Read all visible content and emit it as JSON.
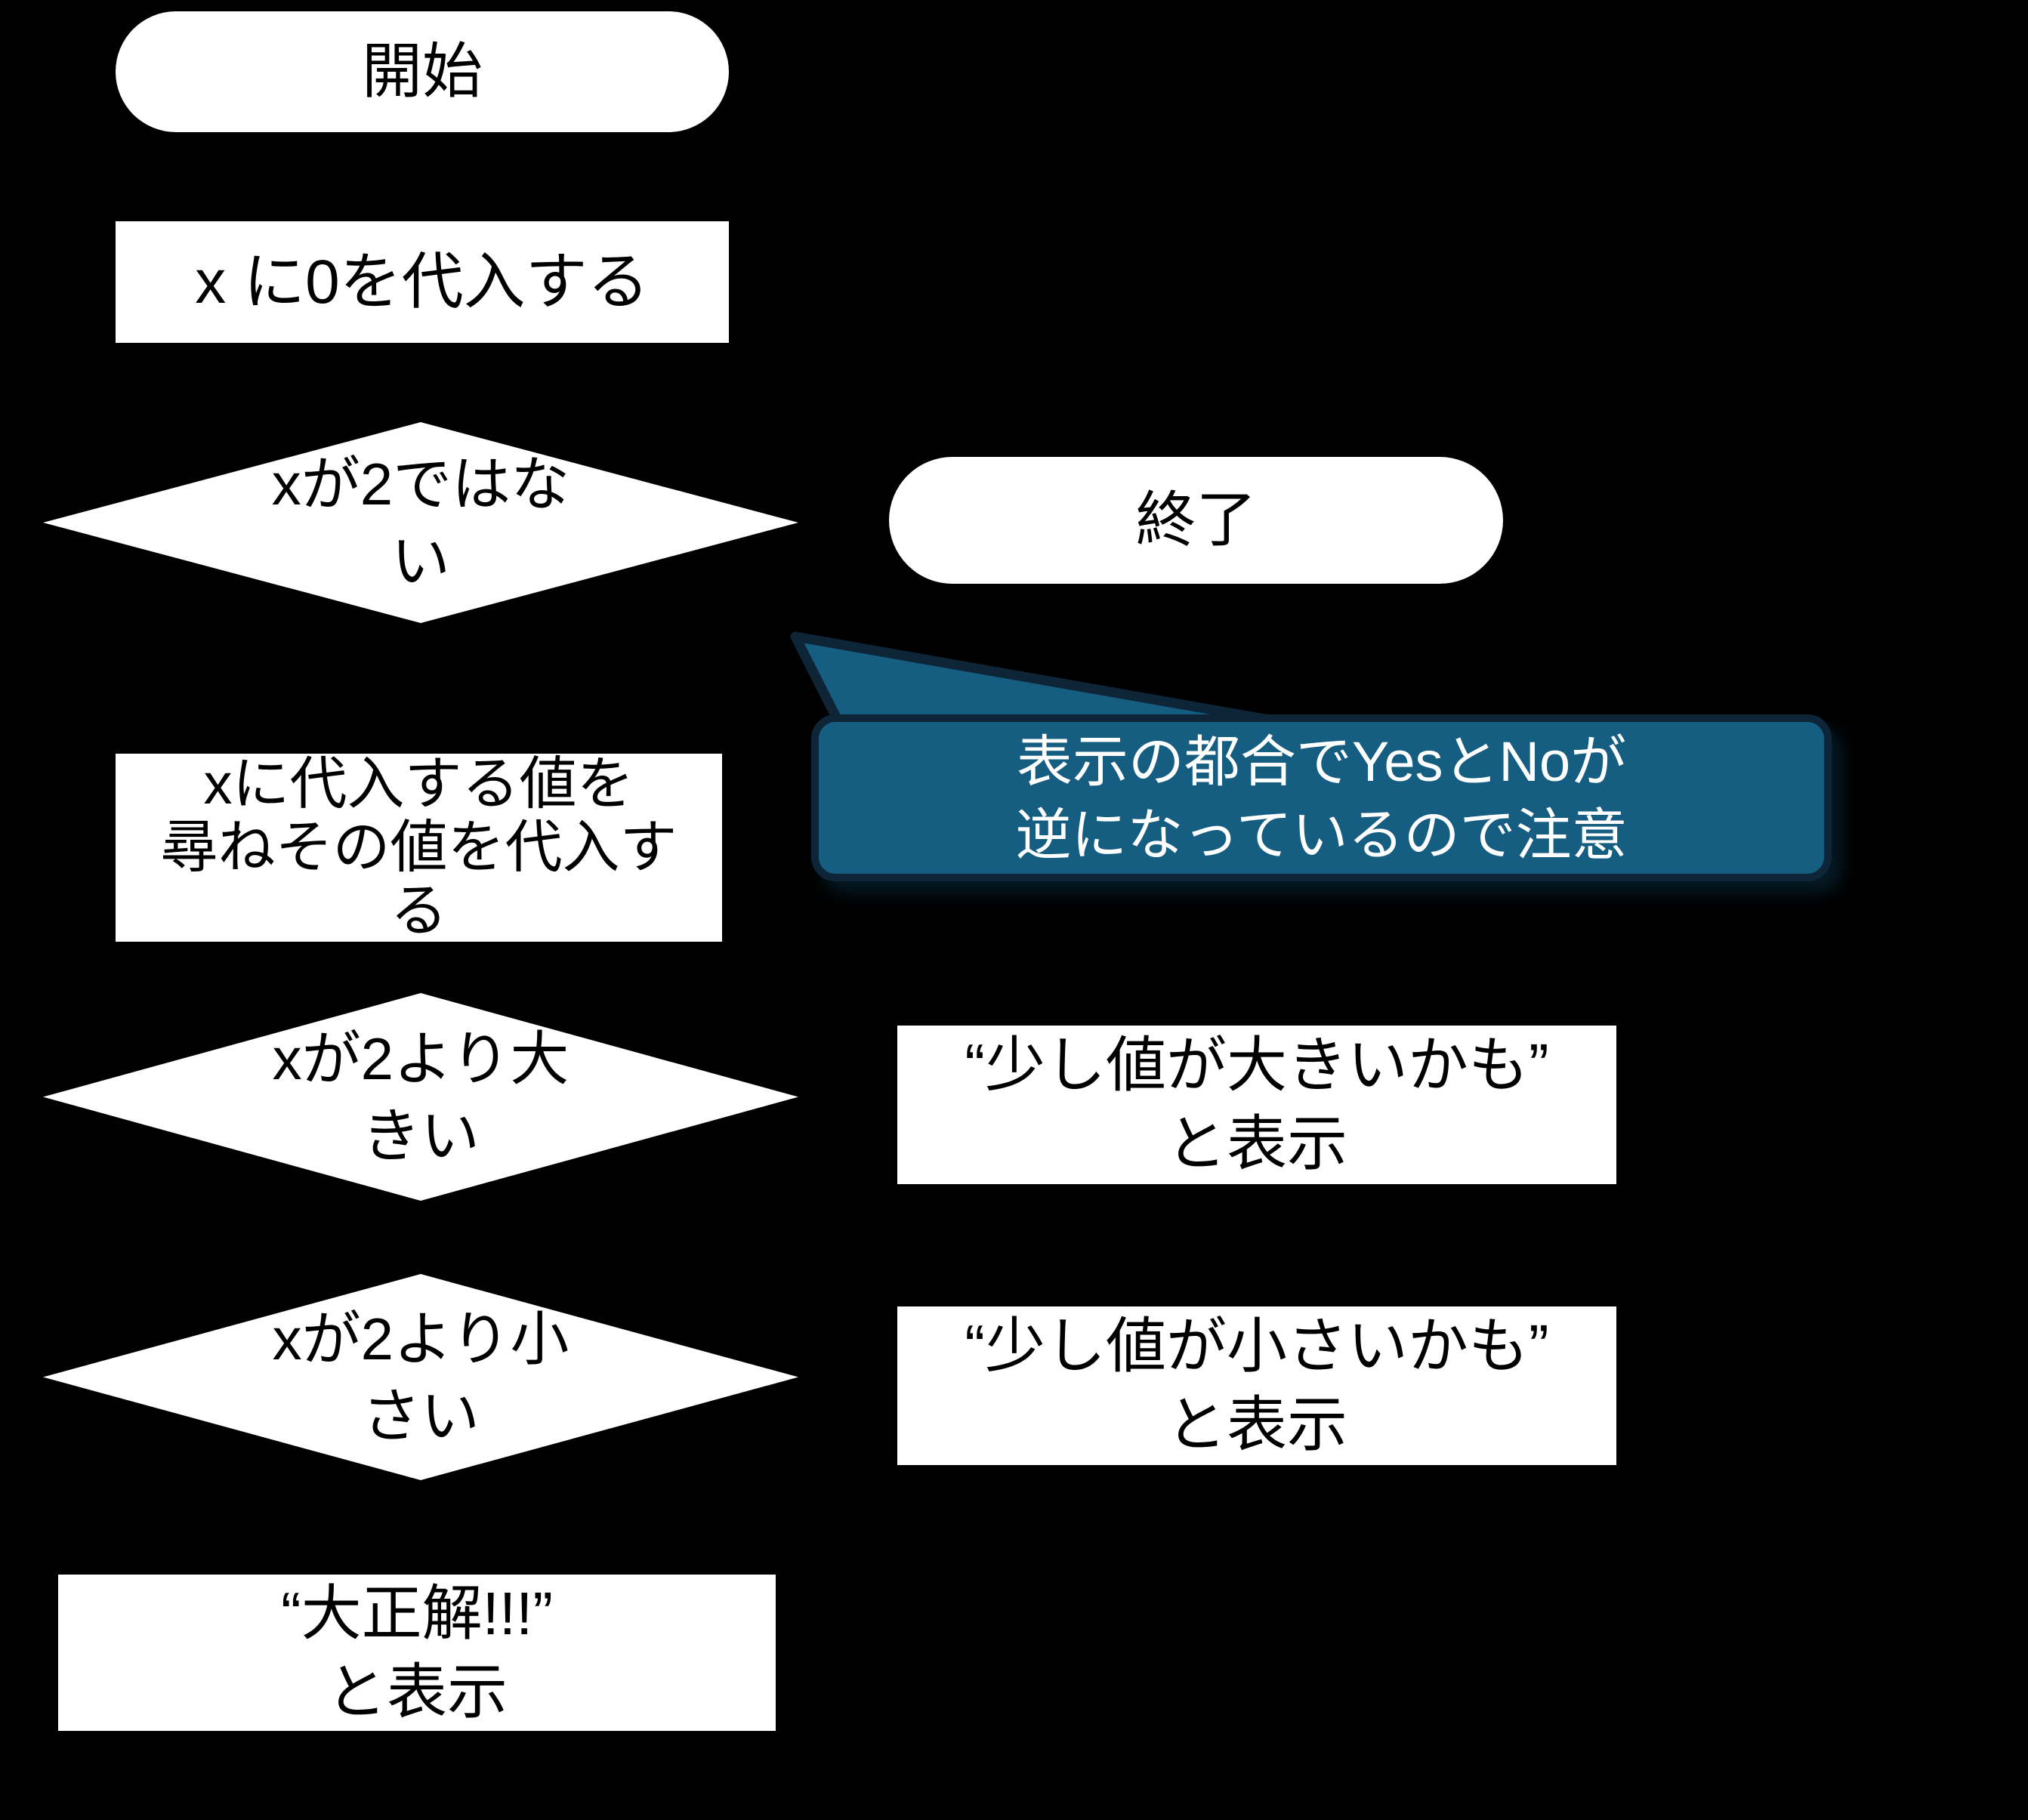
{
  "canvas": {
    "background": "#000000",
    "node_fill": "#ffffff",
    "node_text_color": "#000000"
  },
  "nodes": {
    "start": {
      "type": "terminator",
      "lines": [
        "開始"
      ]
    },
    "assign_zero": {
      "type": "process",
      "lines": [
        "x に0を代入する"
      ]
    },
    "check_not_two": {
      "type": "decision",
      "lines": [
        "xが2ではな",
        "い"
      ]
    },
    "end": {
      "type": "terminator",
      "lines": [
        "終了"
      ]
    },
    "ask_value": {
      "type": "process",
      "lines": [
        "xに代入する値を",
        "尋ねその値を代入す",
        "る"
      ]
    },
    "check_greater": {
      "type": "decision",
      "lines": [
        "xが2より大",
        "きい"
      ]
    },
    "show_bigger": {
      "type": "process",
      "lines": [
        "“少し値が大きいかも”",
        "と表示"
      ]
    },
    "check_less": {
      "type": "decision",
      "lines": [
        "xが2より小",
        "さい"
      ]
    },
    "show_smaller": {
      "type": "process",
      "lines": [
        "“少し値が小さいかも”",
        "と表示"
      ]
    },
    "show_correct": {
      "type": "process",
      "lines": [
        "“大正解!!!”",
        "と表示"
      ]
    }
  },
  "callout": {
    "lines": [
      "表示の都合でYesとNoが",
      "逆になっているので注意"
    ],
    "fill": "#155e82",
    "border_color": "#0d2537",
    "text_color": "#ffffff"
  }
}
